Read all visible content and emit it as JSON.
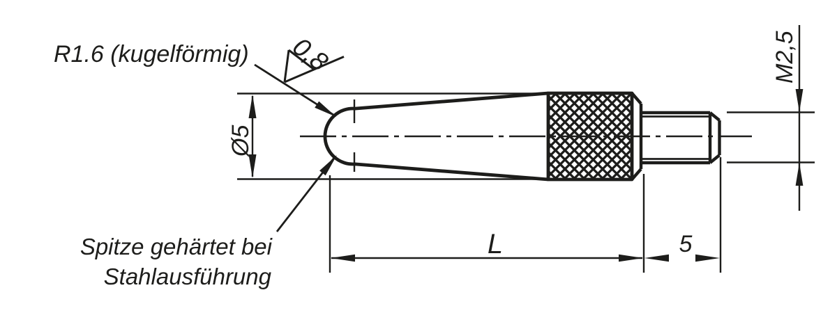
{
  "drawing": {
    "type": "technical-dimension-drawing",
    "background_color": "#ffffff",
    "line_color": "#1d1d1b",
    "labels": {
      "radius_note": "R1.6 (kugelförmig)",
      "roughness_value": "0,8",
      "diameter": "Ø5",
      "thread": "M2,5",
      "length": "L",
      "thread_length": "5",
      "note_line1": "Spitze gehärtet bei",
      "note_line2": "Stahlausführung"
    }
  }
}
